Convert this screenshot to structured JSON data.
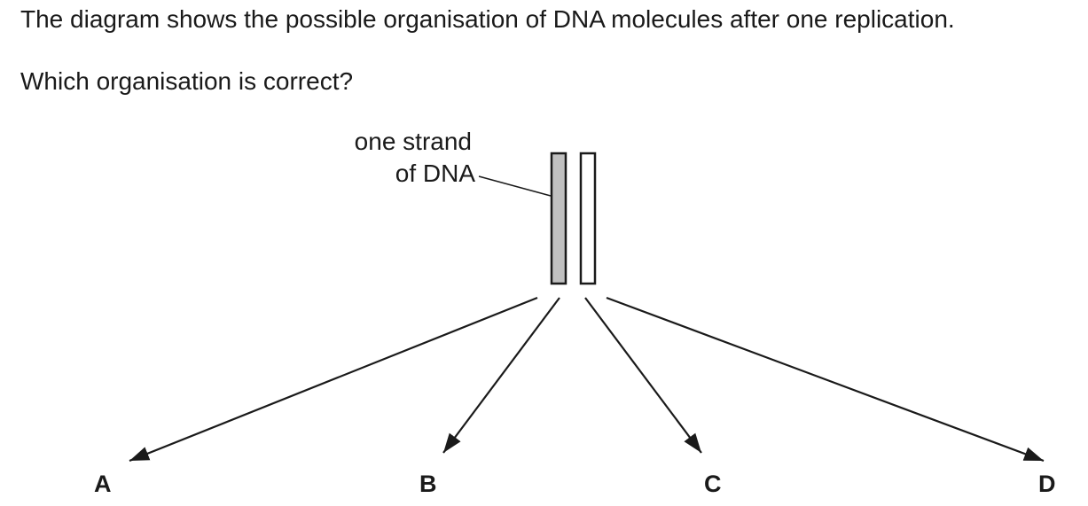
{
  "question": {
    "intro": "The diagram shows the possible organisation of DNA molecules after one replication.",
    "prompt": "Which organisation is correct?"
  },
  "diagram": {
    "label_line1": "one strand",
    "label_line2": "of DNA",
    "strands": [
      {
        "name": "shaded-strand",
        "fill": "#c0c0c0"
      },
      {
        "name": "unshaded-strand",
        "fill": "#ffffff"
      }
    ]
  },
  "options": [
    {
      "letter": "A"
    },
    {
      "letter": "B"
    },
    {
      "letter": "C"
    },
    {
      "letter": "D"
    }
  ]
}
